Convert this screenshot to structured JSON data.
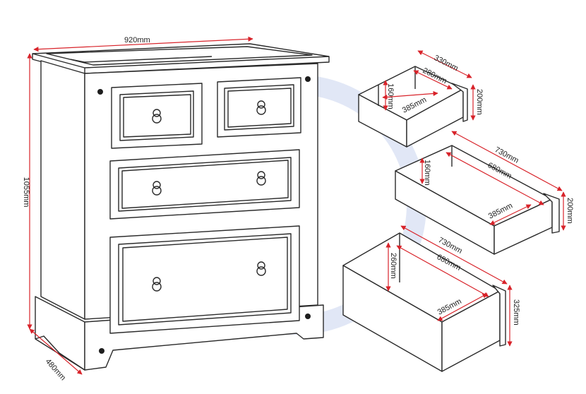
{
  "colors": {
    "outline": "#2a2a2a",
    "dimension": "#d8232a",
    "watermark": "#c9d4ee"
  },
  "chest": {
    "width_label": "920mm",
    "height_label": "1055mm",
    "depth_label": "480mm"
  },
  "drawer_small": {
    "outer_width_label": "330mm",
    "inner_width_label": "280mm",
    "inner_height_label": "160mm",
    "depth_label": "385mm",
    "outer_height_label": "200mm"
  },
  "drawer_medium": {
    "outer_width_label": "730mm",
    "inner_width_label": "680mm",
    "inner_height_label": "160mm",
    "depth_label": "385mm",
    "outer_height_label": "200mm"
  },
  "drawer_large": {
    "outer_width_label": "730mm",
    "inner_width_label": "680mm",
    "inner_height_label": "260mm",
    "depth_label": "385mm",
    "outer_height_label": "325mm"
  }
}
